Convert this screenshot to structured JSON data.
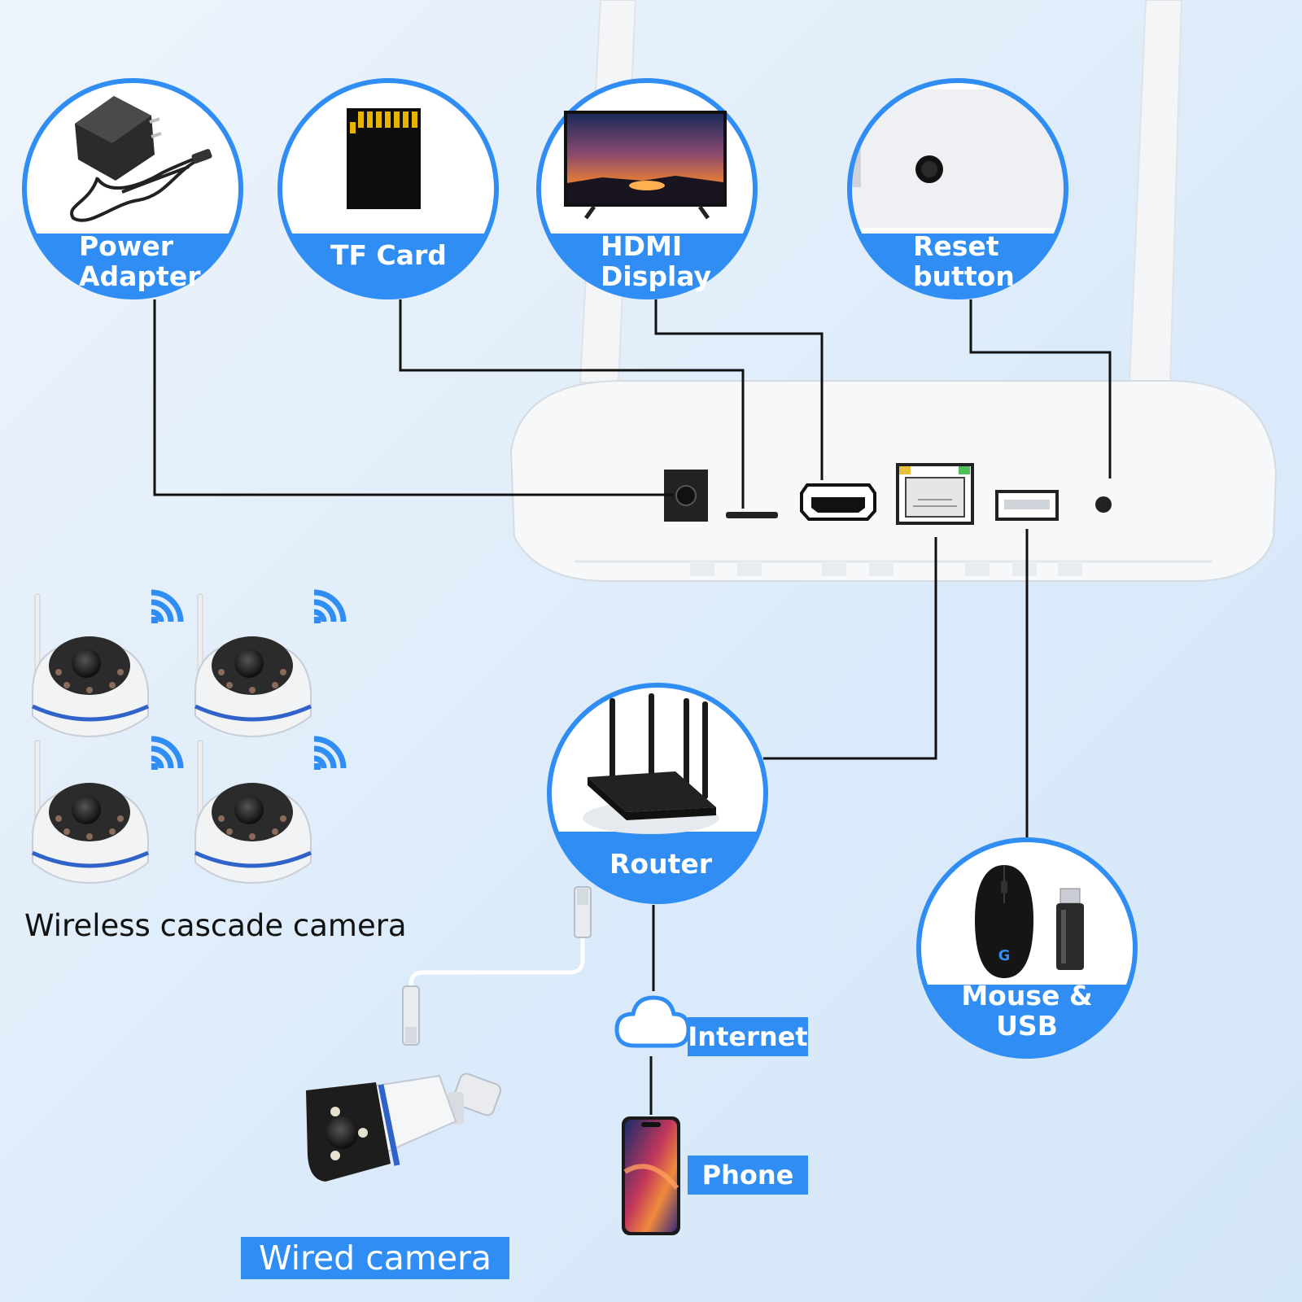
{
  "colors": {
    "accent": "#2f8df3",
    "line": "#111111",
    "background": "#e3eef9",
    "device": "#f7f8fa"
  },
  "components": {
    "power_adapter": {
      "label": "Power\nAdapter",
      "icon": "power-adapter-icon"
    },
    "tf_card": {
      "label": "TF Card",
      "icon": "sd-card-icon"
    },
    "hdmi_display": {
      "label": "HDMI\nDisplay",
      "icon": "tv-icon"
    },
    "reset_button": {
      "label": "Reset\nbutton",
      "icon": "reset-hole-icon"
    },
    "router": {
      "label": "Router",
      "icon": "router-icon"
    },
    "mouse_usb": {
      "label": "Mouse &\nUSB",
      "icon": "mouse-icon"
    }
  },
  "nvr_ports": [
    "power-jack",
    "tf-slot",
    "hdmi",
    "rj45",
    "usb",
    "reset-hole"
  ],
  "wireless_cameras": {
    "label": "Wireless cascade camera",
    "count": 4,
    "icon": "dome-camera-icon"
  },
  "internet": {
    "label": "Internet",
    "icon": "cloud-icon"
  },
  "phone": {
    "label": "Phone",
    "icon": "smartphone-icon"
  },
  "wired_camera": {
    "label": "Wired camera",
    "icon": "bullet-camera-icon"
  }
}
